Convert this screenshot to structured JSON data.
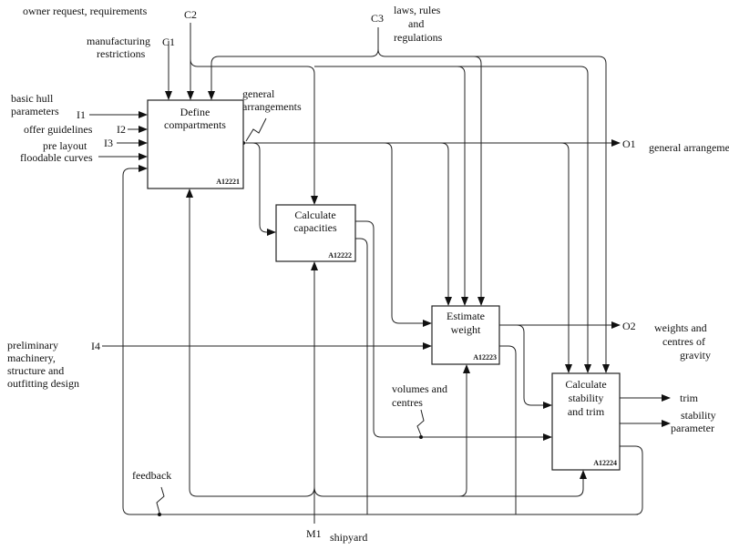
{
  "boxes": [
    {
      "title1": "Define",
      "title2": "compartments",
      "code": "A12221"
    },
    {
      "title1": "Calculate",
      "title2": "capacities",
      "code": "A12222"
    },
    {
      "title1": "Estimate",
      "title2": "weight",
      "code": "A12223"
    },
    {
      "title1": "Calculate",
      "title2": "stability",
      "title3": "and trim",
      "code": "A12224"
    }
  ],
  "controls": {
    "c1": {
      "id": "C1",
      "label1": "manufacturing",
      "label2": "restrictions"
    },
    "c2": {
      "id": "C2",
      "label": "owner request, requirements"
    },
    "c3": {
      "id": "C3",
      "label1": "laws, rules",
      "label2": "and",
      "label3": "regulations"
    }
  },
  "inputs": {
    "i1": {
      "id": "I1",
      "label1": "basic hull",
      "label2": "parameters"
    },
    "i2": {
      "id": "I2",
      "label": "offer guidelines"
    },
    "i3": {
      "id": "I3",
      "label1": "pre layout",
      "label2": "floodable curves"
    },
    "i4": {
      "id": "I4",
      "label1": "preliminary",
      "label2": "machinery,",
      "label3": "structure and",
      "label4": "outfitting design"
    }
  },
  "outputs": {
    "o1": {
      "id": "O1",
      "label": "general arrangements"
    },
    "o2": {
      "id": "O2",
      "label1": "weights and",
      "label2": "centres of",
      "label3": "gravity"
    },
    "trim": "trim",
    "stability1": "stability",
    "stability2": "parameter"
  },
  "mechanism": {
    "id": "M1",
    "label": "shipyard"
  },
  "annotations": {
    "ga1": "general",
    "ga2": "arrangements",
    "vc1": "volumes and",
    "vc2": "centres",
    "feedback": "feedback"
  }
}
